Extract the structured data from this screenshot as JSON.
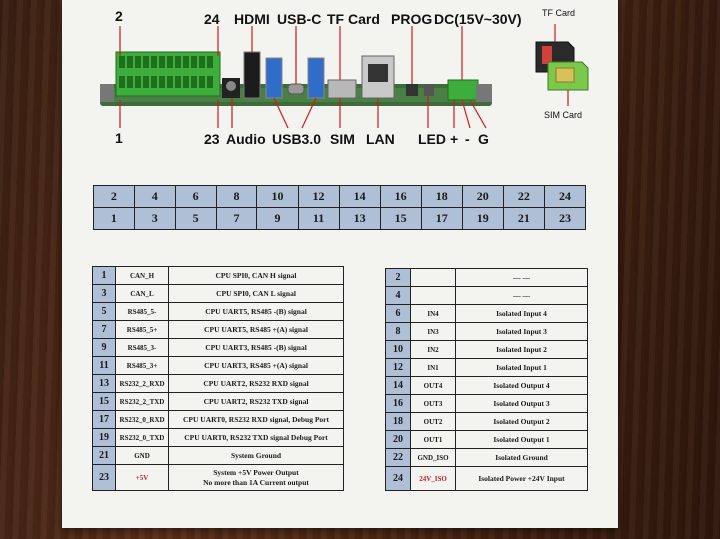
{
  "labels": {
    "pin2": "2",
    "pin24": "24",
    "hdmi": "HDMI",
    "usbc": "USB-C",
    "tfcard": "TF Card",
    "prog": "PROG",
    "dc": "DC(15V~30V)",
    "tf_card_small": "TF Card",
    "sim_card_small": "SIM Card",
    "pin1": "1",
    "pin23": "23",
    "audio": "Audio",
    "usb30": "USB3.0",
    "sim": "SIM",
    "lan": "LAN",
    "led": "LED",
    "plus": "+",
    "minus": "-",
    "ground": "G"
  },
  "pin_grid": {
    "even": [
      "2",
      "4",
      "6",
      "8",
      "10",
      "12",
      "14",
      "16",
      "18",
      "20",
      "22",
      "24"
    ],
    "odd": [
      "1",
      "3",
      "5",
      "7",
      "9",
      "11",
      "13",
      "15",
      "17",
      "19",
      "21",
      "23"
    ]
  },
  "left_table": [
    {
      "pin": "1",
      "name": "CAN_H",
      "desc": "CPU SPI0, CAN H signal"
    },
    {
      "pin": "3",
      "name": "CAN_L",
      "desc": "CPU SPI0, CAN L signal"
    },
    {
      "pin": "5",
      "name": "RS485_5-",
      "desc": "CPU UART5, RS485 -(B) signal"
    },
    {
      "pin": "7",
      "name": "RS485_5+",
      "desc": "CPU UART5, RS485 +(A) signal"
    },
    {
      "pin": "9",
      "name": "RS485_3-",
      "desc": "CPU UART3, RS485 -(B) signal"
    },
    {
      "pin": "11",
      "name": "RS485_3+",
      "desc": "CPU UART3, RS485 +(A) signal"
    },
    {
      "pin": "13",
      "name": "RS232_2_RXD",
      "desc": "CPU UART2, RS232 RXD signal"
    },
    {
      "pin": "15",
      "name": "RS232_2_TXD",
      "desc": "CPU UART2, RS232 TXD signal"
    },
    {
      "pin": "17",
      "name": "RS232_0_RXD",
      "desc": "CPU UART0, RS232 RXD signal, Debug Port"
    },
    {
      "pin": "19",
      "name": "RS232_0_TXD",
      "desc": "CPU UART0, RS232 TXD signal Debug Port"
    },
    {
      "pin": "21",
      "name": "GND",
      "desc": "System Ground"
    },
    {
      "pin": "23",
      "name": "+5V",
      "desc": "System +5V Power Output",
      "desc2": "No more than 1A Current output"
    }
  ],
  "right_table": [
    {
      "pin": "2",
      "name": "",
      "desc": "— —"
    },
    {
      "pin": "4",
      "name": "",
      "desc": "— —"
    },
    {
      "pin": "6",
      "name": "IN4",
      "desc": "Isolated Input 4"
    },
    {
      "pin": "8",
      "name": "IN3",
      "desc": "Isolated Input 3"
    },
    {
      "pin": "10",
      "name": "IN2",
      "desc": "Isolated Input 2"
    },
    {
      "pin": "12",
      "name": "IN1",
      "desc": "Isolated Input 1"
    },
    {
      "pin": "14",
      "name": "OUT4",
      "desc": "Isolated Output 4"
    },
    {
      "pin": "16",
      "name": "OUT3",
      "desc": "Isolated Output 3"
    },
    {
      "pin": "18",
      "name": "OUT2",
      "desc": "Isolated Output 2"
    },
    {
      "pin": "20",
      "name": "OUT1",
      "desc": "Isolated Output 1"
    },
    {
      "pin": "22",
      "name": "GND_ISO",
      "desc": "Isolated Ground"
    },
    {
      "pin": "24",
      "name": "24V_ISO",
      "desc": "Isolated Power +24V Input"
    }
  ],
  "colors": {
    "pin_cell_bg": "#aebfd6",
    "card_bg": "#f3f3f0",
    "accent_red": "#c62020",
    "terminal_green": "#3dae3b"
  }
}
